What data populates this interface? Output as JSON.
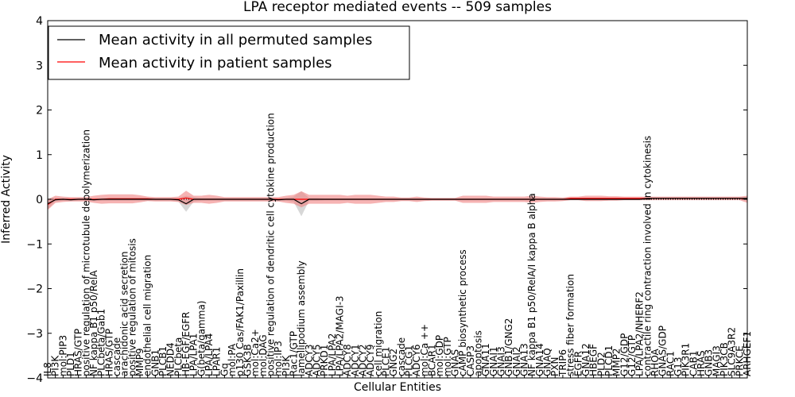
{
  "chart_data": {
    "type": "line",
    "title": "LPA receptor mediated events -- 509 samples",
    "xlabel": "Cellular Entities",
    "ylabel": "Inferred Activity",
    "ylim": [
      -4,
      4
    ],
    "yticks": [
      4,
      3,
      2,
      1,
      0,
      -1,
      -2,
      -3,
      -4
    ],
    "legend_position": "top-left",
    "grid": false,
    "zero_reference_line": true,
    "categories": [
      "IL8",
      "PI3K",
      "mol:PIP3",
      "PLD1",
      "HRAS/GTP",
      "positive regulation of microtubule depolymerization",
      "NF kappa B1 p50/RelA",
      "PLCbeta/Gab1",
      "HRAS/GTP",
      "cascade",
      "arachidonic acid secretion",
      "positive regulation of mitosis",
      "MMP9",
      "endothelial cell migration",
      "GNB1",
      "PLCB1",
      "NEDD4",
      "PLCbeta",
      "HB-EGF/EGFR",
      "LPA/LPA1",
      "G(beta/gamma)",
      "LPA/LPA4",
      "LPAR1",
      "Gq",
      "mol:PA",
      "p130 Cas/FAK1/Paxillin",
      "GSK3B",
      "mol:Ca2+",
      "mol:DAG",
      "positive regulation of dendritic cell cytokine production",
      "mol:IP3",
      "PI3K",
      "Rac1/GTP",
      "lamellipodium assembly",
      "ADCY3",
      "ADCY5",
      "PRKD1",
      "LPA/LPA2",
      "LPA/LPA2/MAGI-3",
      "ADCY8",
      "ADCY1",
      "ADCY2",
      "ADCY9",
      "cell migration",
      "PLCE1",
      "GNG2",
      "cascade",
      "PLCG1",
      "ADCY6",
      "mol:Ca ++",
      "BCAR1",
      "mol:GDP",
      "mol:GTP",
      "GNAS",
      "cAMP biosynthetic process",
      "CASP3",
      "apoptosis",
      "GNA11",
      "GNAI1",
      "GNAI3",
      "GNB1/GNG2",
      "GNAI2",
      "GNA13",
      "NF kappa B1 p50/RelA/I kappa B alpha",
      "GNA14",
      "GNAQ",
      "PXN",
      "TRIP6",
      "stress fiber formation",
      "EGFR",
      "GNA12",
      "HBEGF",
      "PLD2",
      "PLCD1",
      "MMP2",
      "G12/GDP",
      "G12/GTP",
      "LPA/LPA2/NHERF2",
      "contractile ring contraction involved in cytokinesis",
      "RHOA",
      "GNAS/GDP",
      "RAC1",
      "G13",
      "PIK3R1",
      "CAB1",
      "HRAS",
      "GNB3",
      "MAGI3",
      "PIK3CB",
      "SLC9A3R2",
      "PRKCE",
      "ARHGEF1"
    ],
    "series": [
      {
        "name": "Mean activity in all permuted samples",
        "color": "#000000",
        "values": [
          -0.1,
          -0.01,
          0.0,
          -0.01,
          0.0,
          0.0,
          -0.01,
          0.0,
          0.0,
          0.0,
          0.0,
          0.0,
          0.0,
          0.0,
          0.0,
          0.0,
          0.0,
          -0.01,
          -0.1,
          0.0,
          0.0,
          0.0,
          0.0,
          0.0,
          0.0,
          0.0,
          0.0,
          0.0,
          0.0,
          0.0,
          -0.01,
          0.0,
          0.0,
          -0.1,
          0.0,
          0.0,
          0.0,
          0.0,
          0.0,
          0.0,
          0.0,
          0.0,
          0.0,
          0.0,
          0.0,
          0.0,
          0.0,
          0.0,
          0.0,
          0.0,
          0.0,
          0.0,
          0.0,
          0.0,
          0.0,
          0.0,
          0.0,
          0.0,
          0.0,
          0.0,
          0.0,
          0.0,
          0.0,
          0.0,
          0.0,
          0.0,
          0.0,
          0.0,
          0.0,
          0.0,
          0.0,
          0.0,
          0.0,
          0.0,
          0.0,
          0.0,
          0.0,
          0.0,
          0.02,
          0.02,
          0.02,
          0.02,
          0.02,
          0.02,
          0.02,
          0.02,
          0.02,
          0.02,
          0.02,
          0.02,
          0.02,
          0.02
        ],
        "band": [
          0.12,
          0.04,
          0.03,
          0.03,
          0.03,
          0.03,
          0.03,
          0.03,
          0.03,
          0.03,
          0.03,
          0.03,
          0.03,
          0.03,
          0.03,
          0.03,
          0.03,
          0.04,
          0.18,
          0.05,
          0.03,
          0.03,
          0.03,
          0.03,
          0.03,
          0.03,
          0.03,
          0.03,
          0.03,
          0.03,
          0.03,
          0.03,
          0.06,
          0.28,
          0.03,
          0.03,
          0.02,
          0.02,
          0.02,
          0.02,
          0.02,
          0.02,
          0.02,
          0.02,
          0.02,
          0.02,
          0.02,
          0.02,
          0.02,
          0.02,
          0.02,
          0.02,
          0.02,
          0.02,
          0.02,
          0.02,
          0.02,
          0.02,
          0.02,
          0.02,
          0.02,
          0.02,
          0.02,
          0.02,
          0.02,
          0.02,
          0.02,
          0.02,
          0.02,
          0.02,
          0.02,
          0.02,
          0.02,
          0.02,
          0.02,
          0.02,
          0.02,
          0.02,
          0.02,
          0.02,
          0.02,
          0.02,
          0.02,
          0.02,
          0.02,
          0.02,
          0.02,
          0.02,
          0.02,
          0.02,
          0.02,
          0.04
        ]
      },
      {
        "name": "Mean activity in patient samples",
        "color": "#ff0000",
        "values": [
          -0.12,
          0.0,
          0.0,
          0.0,
          0.0,
          0.0,
          0.0,
          0.0,
          0.01,
          0.01,
          0.01,
          0.01,
          0.01,
          0.01,
          0.0,
          0.0,
          0.0,
          0.0,
          0.03,
          0.0,
          0.0,
          0.0,
          0.0,
          0.0,
          0.0,
          0.0,
          0.0,
          0.0,
          0.0,
          0.0,
          0.0,
          0.0,
          0.0,
          0.0,
          0.0,
          0.0,
          0.0,
          0.0,
          0.0,
          0.0,
          0.0,
          0.0,
          0.0,
          0.0,
          0.0,
          0.0,
          0.0,
          0.0,
          0.0,
          0.0,
          0.0,
          0.0,
          0.0,
          0.0,
          0.0,
          0.0,
          0.0,
          0.0,
          0.0,
          0.0,
          0.0,
          0.0,
          0.0,
          0.0,
          0.0,
          0.0,
          0.0,
          0.0,
          0.02,
          0.02,
          0.02,
          0.02,
          0.02,
          0.02,
          0.02,
          0.02,
          0.02,
          0.02,
          0.02,
          0.02,
          0.02,
          0.02,
          0.02,
          0.02,
          0.02,
          0.02,
          0.02,
          0.02,
          0.02,
          0.02,
          0.02,
          0.0
        ],
        "band": [
          0.12,
          0.08,
          0.06,
          0.05,
          0.05,
          0.05,
          0.08,
          0.1,
          0.1,
          0.1,
          0.1,
          0.1,
          0.08,
          0.05,
          0.05,
          0.05,
          0.05,
          0.06,
          0.16,
          0.08,
          0.08,
          0.1,
          0.08,
          0.05,
          0.05,
          0.05,
          0.05,
          0.05,
          0.05,
          0.05,
          0.05,
          0.08,
          0.1,
          0.18,
          0.1,
          0.1,
          0.1,
          0.1,
          0.1,
          0.08,
          0.1,
          0.1,
          0.1,
          0.08,
          0.06,
          0.06,
          0.04,
          0.04,
          0.06,
          0.04,
          0.03,
          0.03,
          0.03,
          0.03,
          0.08,
          0.08,
          0.08,
          0.08,
          0.06,
          0.06,
          0.06,
          0.06,
          0.06,
          0.08,
          0.06,
          0.05,
          0.05,
          0.04,
          0.04,
          0.04,
          0.06,
          0.06,
          0.06,
          0.05,
          0.05,
          0.04,
          0.04,
          0.04,
          0.04,
          0.04,
          0.04,
          0.04,
          0.04,
          0.04,
          0.04,
          0.04,
          0.04,
          0.04,
          0.04,
          0.04,
          0.04,
          0.08
        ]
      }
    ]
  }
}
